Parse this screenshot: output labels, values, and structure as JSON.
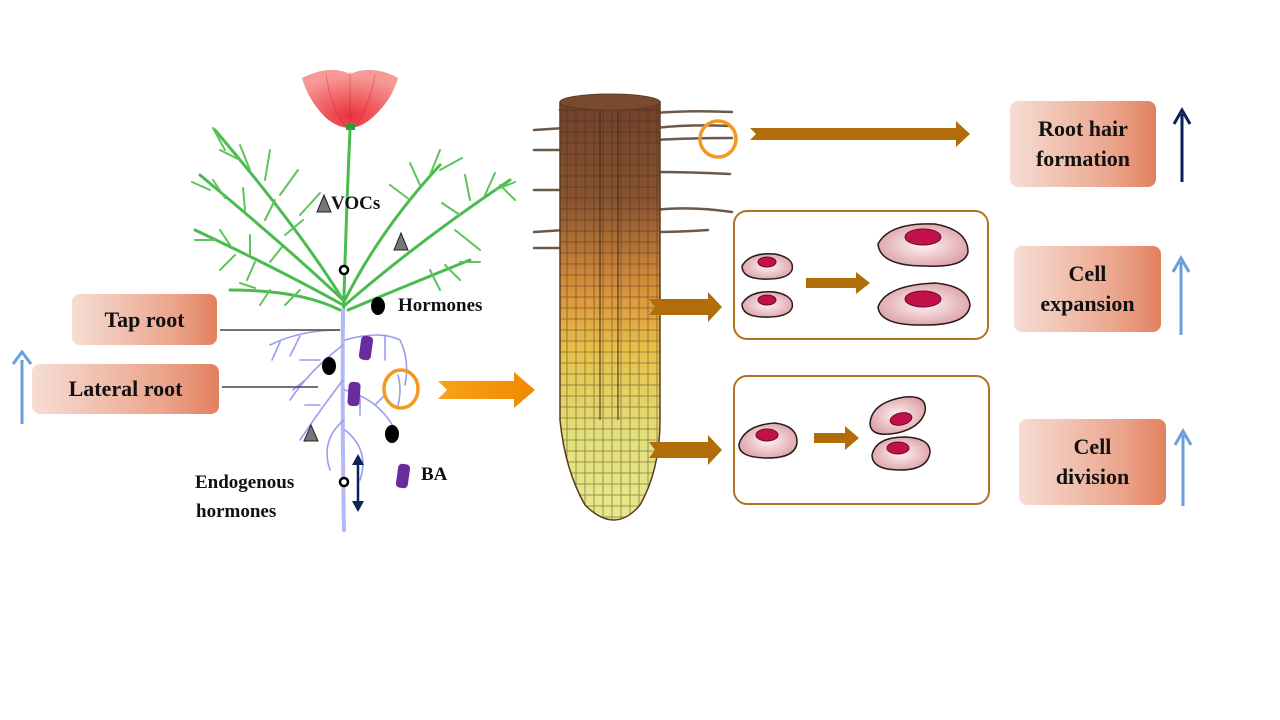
{
  "diagram": {
    "title": "",
    "colors": {
      "label_gradient_start": "#f6ddd4",
      "label_gradient_end": "#e2805f",
      "brown_arrow": "#b06d0a",
      "orange_arrow": "#f49a0e",
      "highlight_circle": "#f29a20",
      "up_arrow_dark": "#0b2256",
      "up_arrow_light": "#6b9fdc",
      "cell_fill": "#f0c5c8",
      "nucleus": "#c2104a",
      "box_border": "#b07420"
    },
    "plant": {
      "legend": {
        "vocs": "VOCs",
        "hormones": "Hormones",
        "ba": "BA",
        "endogenous_hormones_line1": "Endogenous",
        "endogenous_hormones_line2": "hormones"
      },
      "labels": {
        "tap_root": "Tap root",
        "lateral_root": "Lateral root"
      },
      "lateral_root_trend": "up"
    },
    "outcomes": [
      {
        "line1": "Root hair",
        "line2": "formation",
        "trend": "up",
        "arrow_color": "dark-blue"
      },
      {
        "line1": "Cell",
        "line2": "expansion",
        "trend": "up",
        "arrow_color": "light-blue"
      },
      {
        "line1": "Cell",
        "line2": "division",
        "trend": "up",
        "arrow_color": "light-blue"
      }
    ]
  }
}
